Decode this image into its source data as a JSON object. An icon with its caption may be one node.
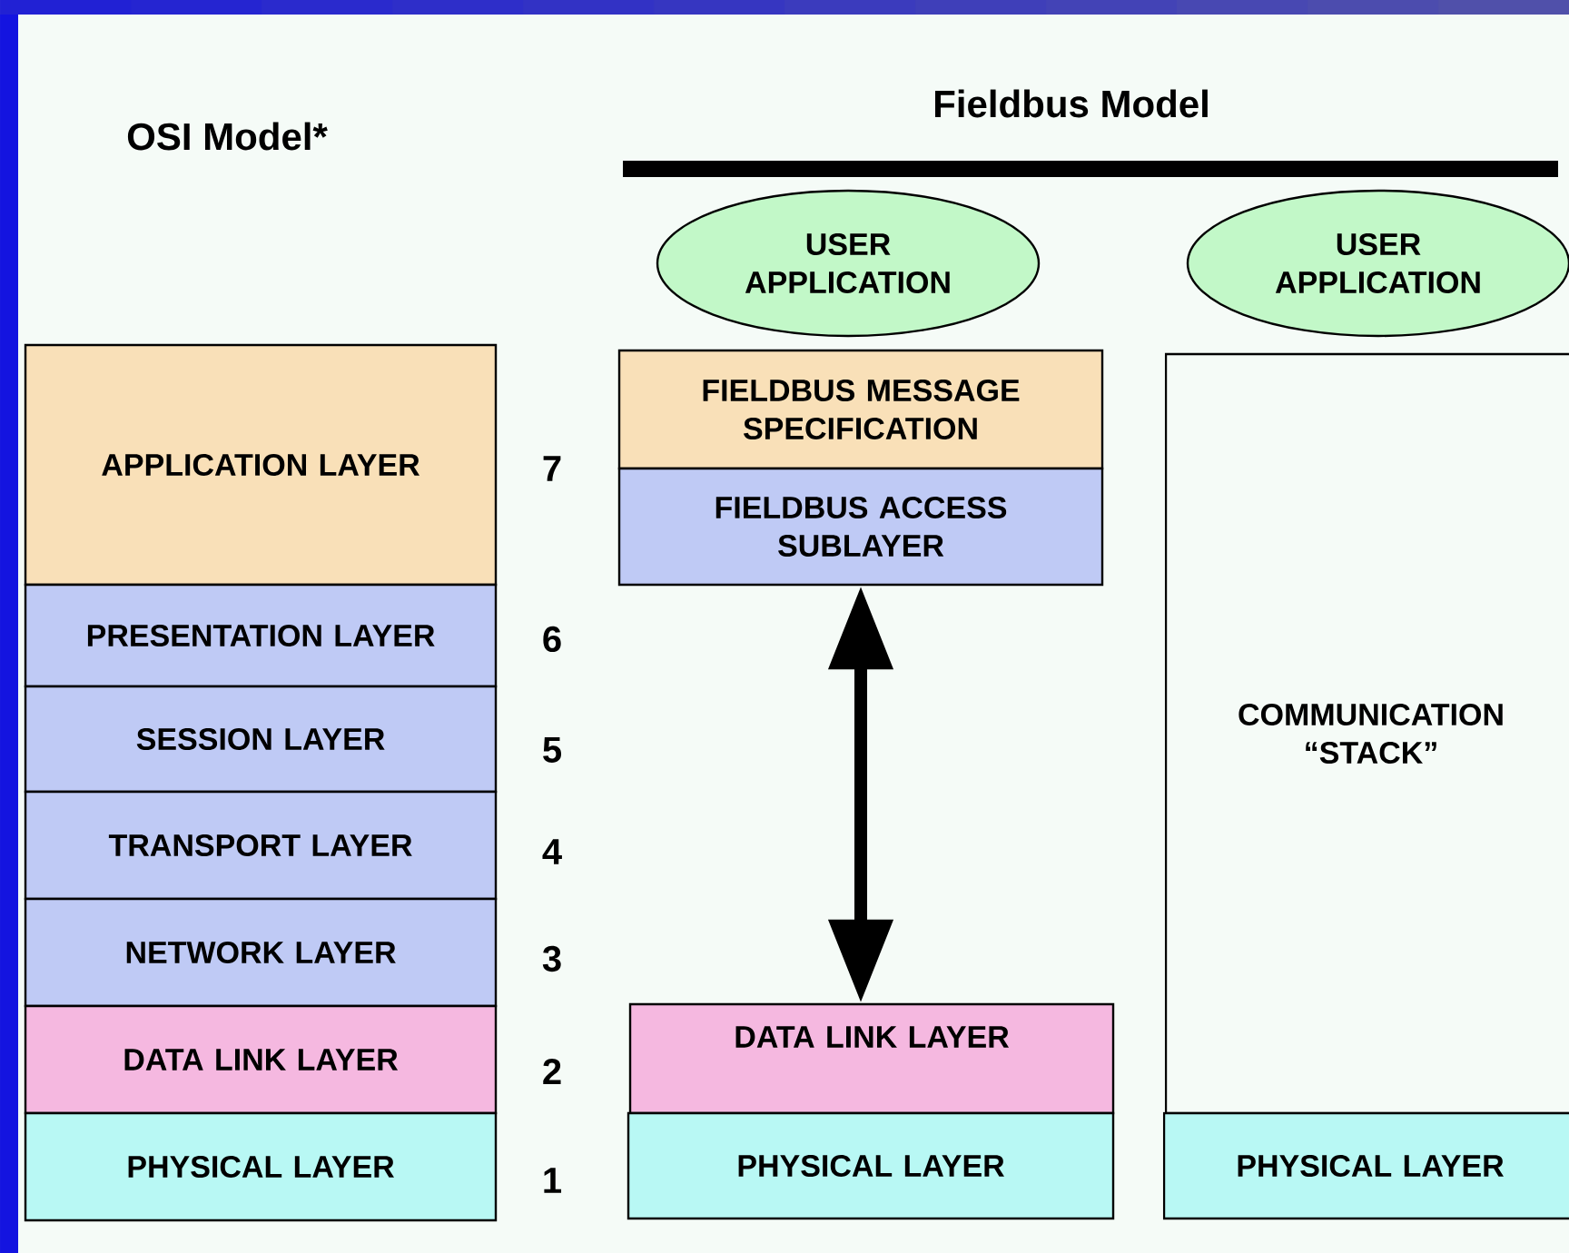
{
  "diagram": {
    "nodes": [
      {
        "text": [
          "APPLICATION LAYER"
        ]
      },
      {
        "text": [
          "PRESENTATION LAYER"
        ]
      },
      {
        "text": [
          "SESSION LAYER"
        ]
      },
      {
        "text": [
          "TRANSPORT LAYER"
        ]
      },
      {
        "text": [
          "NETWORK LAYER"
        ]
      },
      {
        "text": [
          "DATA LINK LAYER"
        ]
      },
      {
        "text": [
          "PHYSICAL LAYER"
        ]
      },
      {
        "text": [
          "USER APPLICATION"
        ]
      },
      {
        "text": [
          "FIELDBUS MESSAGE SPECIFICATION"
        ]
      },
      {
        "text": [
          "FIELDBUS ACCESS SUBLAYER"
        ]
      },
      {
        "text": [
          "DATA LINK LAYER"
        ]
      },
      {
        "text": [
          "PHYSICAL LAYER"
        ]
      },
      {
        "text": [
          "USER APPLICATION"
        ]
      },
      {
        "text": [
          "COMMUNICATION “STACK”"
        ]
      },
      {
        "text": [
          "PHYSICAL LAYER"
        ]
      }
    ],
    "edges": [
      {
        "from": 9,
        "to": 10,
        "arrow": "both"
      }
    ],
    "labels": [
      "OSI Model*",
      "Fieldbus Model",
      "7",
      "6",
      "5",
      "4",
      "3",
      "2",
      "1"
    ]
  }
}
